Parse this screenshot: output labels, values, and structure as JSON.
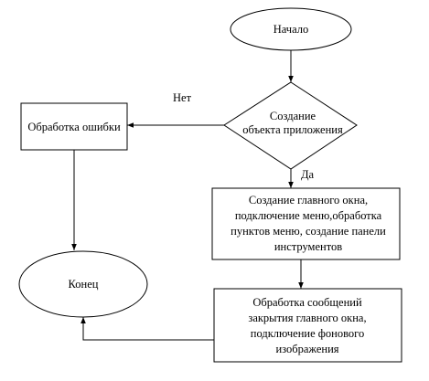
{
  "nodes": {
    "start": "Начало",
    "create_app": [
      "Создание",
      "объекта приложения"
    ],
    "error": "Обработка ошибки",
    "main_window": [
      "Создание главного окна,",
      "подключение меню,обработка",
      "пунктов меню, создание панели",
      "инструментов"
    ],
    "messages": [
      "Обработка сообщений",
      "закрытия главного окна,",
      "подключение фонового",
      "изображения"
    ],
    "end": "Конец"
  },
  "edges": {
    "no": "Нет",
    "yes": "Да"
  }
}
